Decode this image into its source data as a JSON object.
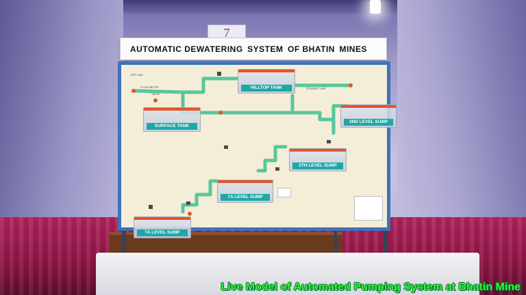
{
  "placard": "7",
  "title_words": [
    "AUTOMATIC DEWATERING",
    "SYSTEM",
    "OF BHATIN",
    "MINES"
  ],
  "tanks": [
    {
      "label": "HILLTOP TANK"
    },
    {
      "label": "SURFACE TANK"
    },
    {
      "label": "2ND LEVEL SUMP"
    },
    {
      "label": "5TH LEVEL SUMP"
    },
    {
      "label": "7A LEVEL SUMP"
    },
    {
      "label": "7A LEVEL SUMP"
    }
  ],
  "board_small_labels": [
    "OFF LINE",
    "FLOW METER",
    "VALVE",
    "STANDBY LINE"
  ],
  "caption": "Live Model of Automated Pumping System at Bhatin Mine",
  "colors": {
    "pipe": "#58c79a",
    "board_frame": "#3d73b8",
    "tank_label": "#1ea7a6",
    "caption": "#2dff2d"
  }
}
